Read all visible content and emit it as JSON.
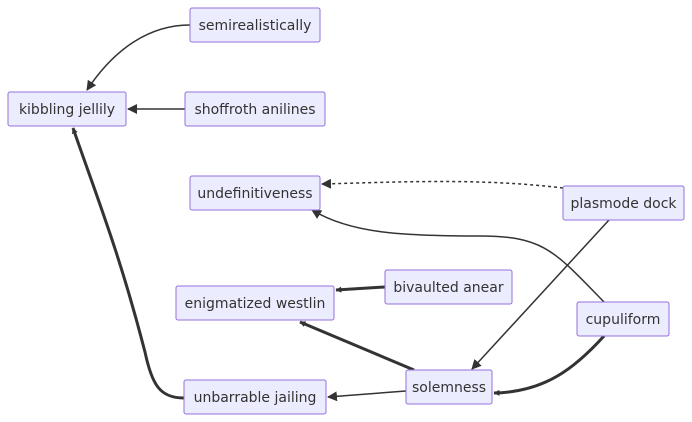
{
  "nodes": {
    "semirealistically": "semirealistically",
    "kibbling_jellily": "kibbling jellily",
    "shoffroth_anilines": "shoffroth anilines",
    "undefinitiveness": "undefinitiveness",
    "plasmode_dock": "plasmode dock",
    "bivaulted_anear": "bivaulted anear",
    "enigmatized_westlin": "enigmatized westlin",
    "cupuliform": "cupuliform",
    "solemness": "solemness",
    "unbarrable_jailing": "unbarrable jailing"
  },
  "edges": [
    {
      "from": "semirealistically",
      "to": "kibbling_jellily",
      "style": "normal"
    },
    {
      "from": "shoffroth_anilines",
      "to": "kibbling_jellily",
      "style": "normal"
    },
    {
      "from": "plasmode_dock",
      "to": "undefinitiveness",
      "style": "dotted"
    },
    {
      "from": "cupuliform",
      "to": "undefinitiveness",
      "style": "normal"
    },
    {
      "from": "bivaulted_anear",
      "to": "enigmatized_westlin",
      "style": "thick"
    },
    {
      "from": "plasmode_dock",
      "to": "solemness",
      "style": "normal"
    },
    {
      "from": "cupuliform",
      "to": "solemness",
      "style": "thick"
    },
    {
      "from": "solemness",
      "to": "enigmatized_westlin",
      "style": "thick"
    },
    {
      "from": "solemness",
      "to": "unbarrable_jailing",
      "style": "normal"
    },
    {
      "from": "unbarrable_jailing",
      "to": "kibbling_jellily",
      "style": "thick"
    }
  ],
  "colors": {
    "node_fill": "#ececff",
    "node_stroke": "#9370db",
    "edge": "#333333",
    "text": "#333333"
  }
}
